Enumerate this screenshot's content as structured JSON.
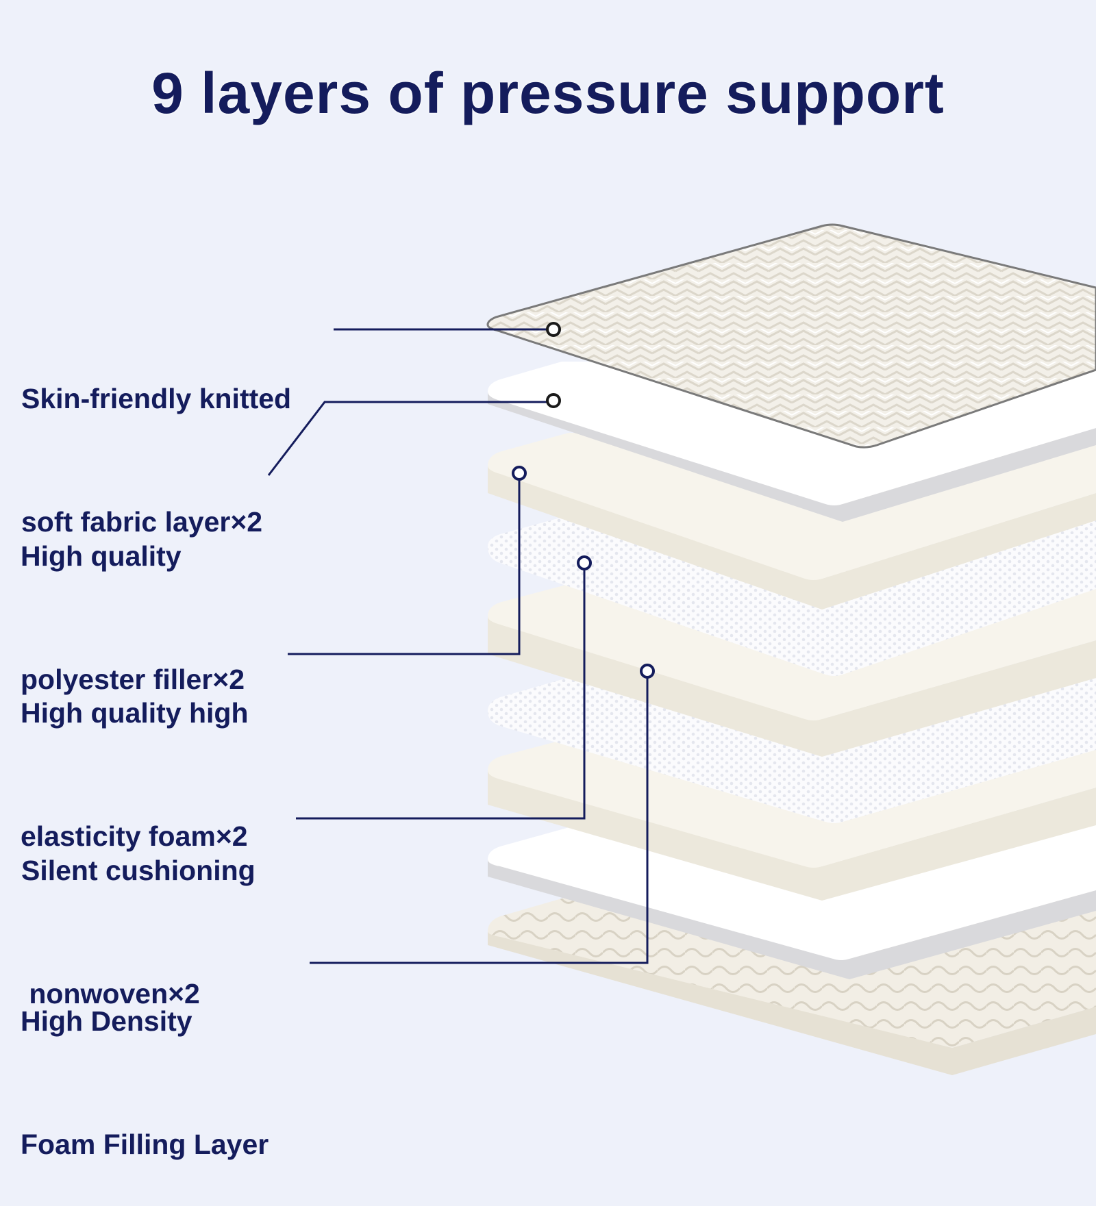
{
  "title": "9 layers of pressure support",
  "colors": {
    "text": "#141c5c",
    "leader_line": "#141c5c",
    "background": "#eef1fa",
    "layer_white": "#ffffff",
    "layer_cream": "#f4f1e8",
    "layer_edge": "#d9d9d9"
  },
  "labels": [
    {
      "line1": "Skin-friendly knitted",
      "line2": "soft fabric layer×2"
    },
    {
      "line1": "High quality",
      "line2": "polyester filler×2"
    },
    {
      "line1": "High quality high",
      "line2": "elasticity foam×2"
    },
    {
      "line1": "Silent cushioning",
      "line2": " nonwoven×2"
    },
    {
      "line1": "High Density",
      "line2": "Foam Filling Layer"
    }
  ]
}
